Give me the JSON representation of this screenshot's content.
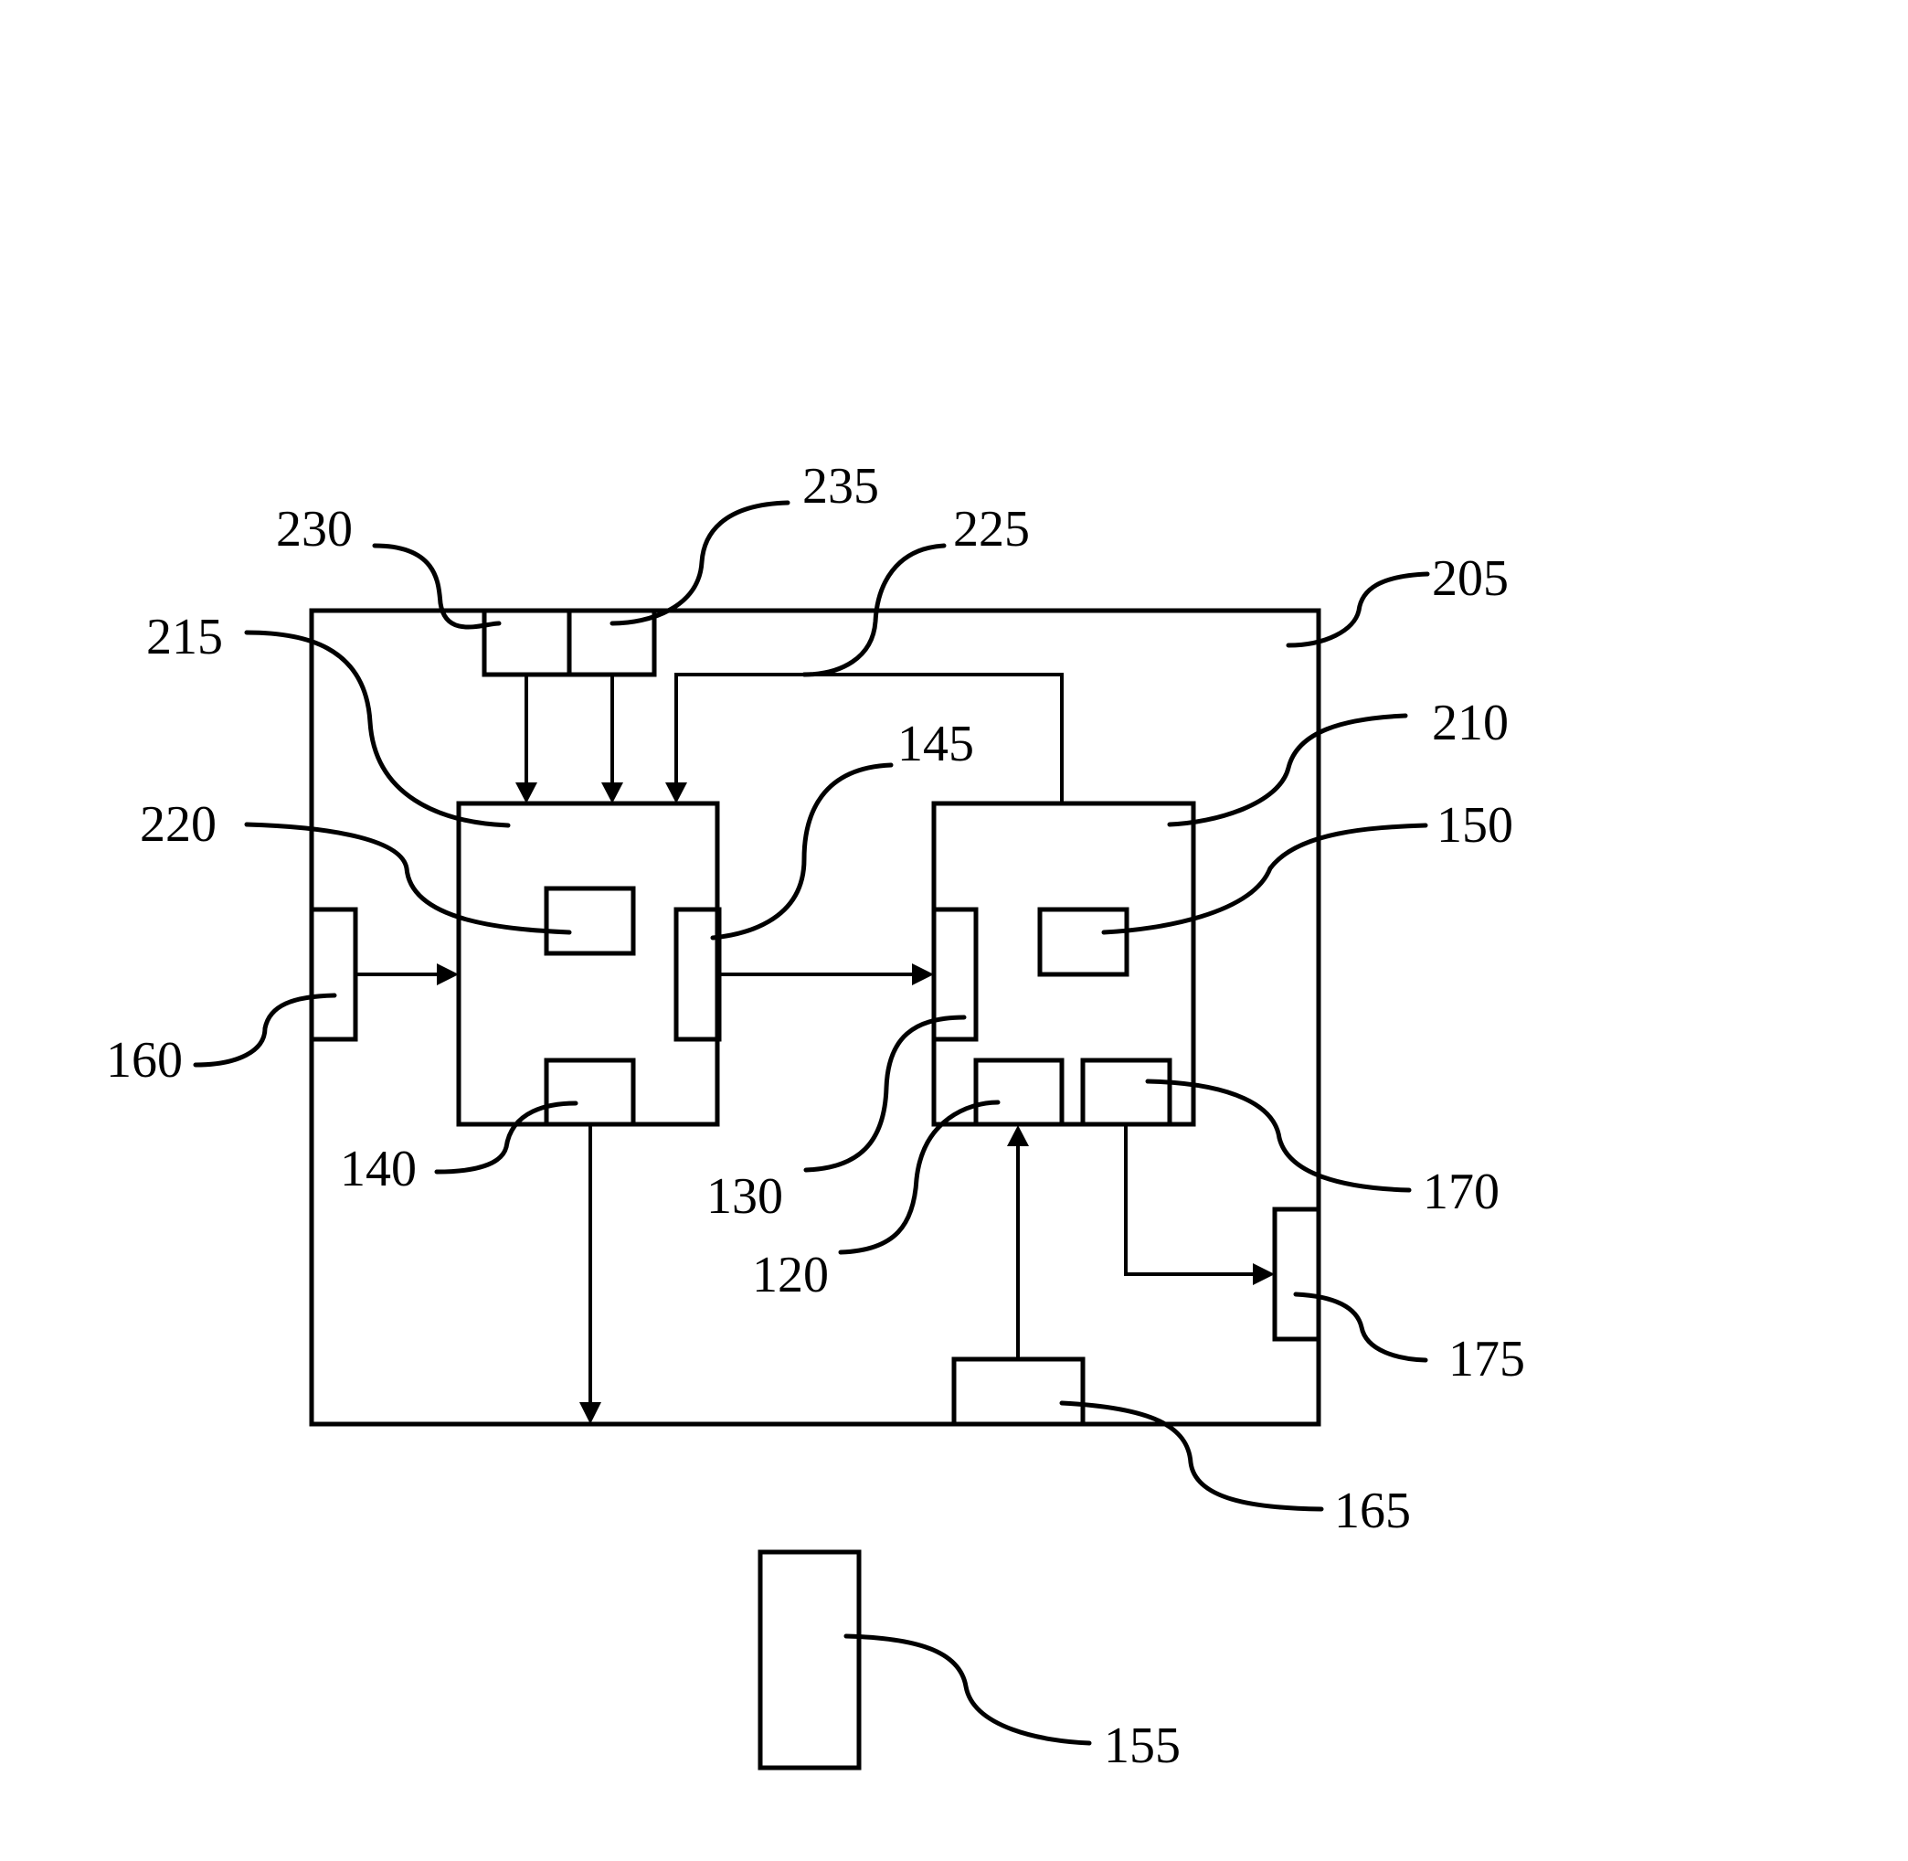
{
  "figure": {
    "labels": {
      "outer_device": "205",
      "first_unit": "215",
      "second_unit": "210",
      "inner_module": "220",
      "top_connection": "225",
      "top_port_left": "230",
      "top_port_right": "235",
      "first_output_port": "145",
      "first_bottom_port": "140",
      "left_input_port": "160",
      "second_input_port": "130",
      "second_inner_module": "150",
      "second_bottom_port_left": "120",
      "second_bottom_port_right": "170",
      "right_side_port": "175",
      "bottom_port": "165",
      "external_component": "155"
    }
  }
}
